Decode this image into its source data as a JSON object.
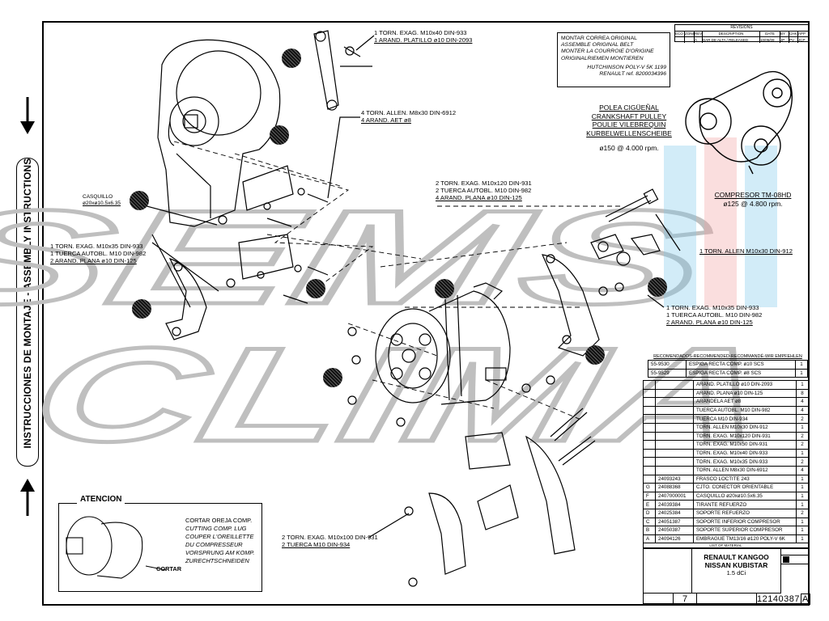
{
  "side_label": "INSTRUCCIONES DE MONTAJE - ASSEMBLY INSTRUCTIONS",
  "watermark": "SEMS CLIMA",
  "revision_block": {
    "title": "REVISIONS",
    "headers": [
      "ECO",
      "ZONE",
      "REV",
      "DESCRIPTION",
      "DATE",
      "BY",
      "CHK",
      "APP"
    ],
    "row": [
      "",
      "",
      "A",
      "DAR DE ALTA / RELEASED",
      "10/05/09",
      "JP",
      "PV",
      "JCP"
    ]
  },
  "belt_note": {
    "lines": [
      "MONTAR CORREA ORIGINAL",
      "ASSEMBLE ORIGINAL BELT",
      "MONTER LA COURROIE D'ORIGINE",
      "ORIGINALRIEMEN MONTIEREN",
      "",
      "HUTCHINSON POLY-V 5K 1199",
      "RENAULT ref. 8200034396"
    ]
  },
  "crank_pulley": {
    "lines": [
      "POLEA CIGÜEÑAL",
      "CRANKSHAFT PULLEY",
      "POULIE VILEBREQUIN",
      "KURBELWELLENSCHEIBE"
    ],
    "spec": "ø150 @ 4.000 rpm."
  },
  "compressor": {
    "name": "COMPRESOR TM-08HD",
    "spec": "ø125 @ 4.800 rpm."
  },
  "callouts": {
    "c1": [
      "1 TORN. EXAG. M10x40 DIN-933",
      "1 ARAND. PLATILLO ø10 DIN-2093"
    ],
    "c2": [
      "4 TORN. ALLEN. M8x30 DIN-6912",
      "4 ARAND. AET ø8"
    ],
    "c3": [
      "2 TORN. EXAG. M10x120 DIN-931",
      "2 TUERCA AUTOBL. M10 DIN-982",
      "4 ARAND. PLANA ø10 DIN-125"
    ],
    "c4": [
      "1 TORN. ALLEN M10x30 DIN-912"
    ],
    "c5": [
      "1 TORN. EXAG. M10x35 DIN-933",
      "1 TUERCA AUTOBL. M10 DIN-982",
      "2 ARAND. PLANA ø10 DIN-125"
    ],
    "c6": [
      "1 TORN. EXAG. M10x35 DIN-933",
      "1 TUERCA AUTOBL. M10 DIN-982",
      "2 ARAND. PLANA ø10 DIN-125"
    ],
    "c7": [
      "CASQUILLO",
      "ø20xø10.5x6.35"
    ],
    "c8": [
      "2 TORN. EXAG. M10x100 DIN-931",
      "2 TUERCA M10 DIN-934"
    ]
  },
  "attention": {
    "title": "ATENCION",
    "lines": [
      "CORTAR OREJA COMP.",
      "CUTTING COMP. LUG",
      "COUPER L'OREILLETTE",
      "DU COMPRESSEUR",
      "VORSPRUNG AM KOMP.",
      "ZURECHTSCHNEIDEN"
    ],
    "cut_label": "CORTAR"
  },
  "recommended": {
    "header": "RECOMENDADOS-RECOMMENDED-RECOMMANDÉ-WIR EMPFEHLEN",
    "rows": [
      {
        "code": "55-9530",
        "desc": "ESPIGA RECTA COMP. ø10 SCS",
        "qty": "1"
      },
      {
        "code": "55-9529",
        "desc": "ESPIGA RECTA COMP. ø8 SCS",
        "qty": "1"
      }
    ]
  },
  "bom": [
    {
      "letter": "",
      "code": "",
      "desc": "ARAND. PLATILLO ø10 DIN-2093",
      "qty": "1"
    },
    {
      "letter": "",
      "code": "",
      "desc": "ARAND. PLANA ø10 DIN-125",
      "qty": "8"
    },
    {
      "letter": "",
      "code": "",
      "desc": "ARANDELA AET ø8",
      "qty": "4"
    },
    {
      "letter": "",
      "code": "",
      "desc": "TUERCA AUTOBL. M10 DIN-982",
      "qty": "4"
    },
    {
      "letter": "",
      "code": "",
      "desc": "TUERCA M10 DIN-934",
      "qty": "2"
    },
    {
      "letter": "",
      "code": "",
      "desc": "TORN. ALLEN M10x30 DIN-912",
      "qty": "1"
    },
    {
      "letter": "",
      "code": "",
      "desc": "TORN. EXAG. M10x120 DIN-931",
      "qty": "2"
    },
    {
      "letter": "",
      "code": "",
      "desc": "TORN. EXAG. M10x50 DIN-931",
      "qty": "2"
    },
    {
      "letter": "",
      "code": "",
      "desc": "TORN. EXAG. M10x40 DIN-933",
      "qty": "1"
    },
    {
      "letter": "",
      "code": "",
      "desc": "TORN. EXAG. M10x35 DIN-933",
      "qty": "2"
    },
    {
      "letter": "",
      "code": "",
      "desc": "TORN. ALLEN M8x30 DIN-6912",
      "qty": "4"
    },
    {
      "letter": "",
      "code": "24093243",
      "desc": "FRASCO LOCTITE 243",
      "qty": "1"
    },
    {
      "letter": "G",
      "code": "24088368",
      "desc": "CJTO. CONECTOR ORIENTABLE",
      "qty": "1"
    },
    {
      "letter": "F",
      "code": "2407000001",
      "desc": "CASQUILLO ø20xø10.5x6.35",
      "qty": "1"
    },
    {
      "letter": "E",
      "code": "24039384",
      "desc": "TIRANTE REFUERZO",
      "qty": "1"
    },
    {
      "letter": "D",
      "code": "24025384",
      "desc": "SOPORTE REFUERZO",
      "qty": "2"
    },
    {
      "letter": "C",
      "code": "24051387",
      "desc": "SOPORTE INFERIOR COMPRESOR",
      "qty": "1"
    },
    {
      "letter": "B",
      "code": "24050387",
      "desc": "SOPORTE SUPERIOR COMPRESOR",
      "qty": "1"
    },
    {
      "letter": "A",
      "code": "24094126",
      "desc": "EMBRAGUE TM13/16 ø120 POLY-V 6K",
      "qty": "1"
    }
  ],
  "bom_footer": "LIST OF MATERIAL",
  "title_block": {
    "vehicle1": "RENAULT KANGOO",
    "vehicle2": "NISSAN KUBISTAR",
    "engine": "1.5 dCi",
    "sheet": "7",
    "drawing_number": "12140387",
    "rev": "A"
  }
}
